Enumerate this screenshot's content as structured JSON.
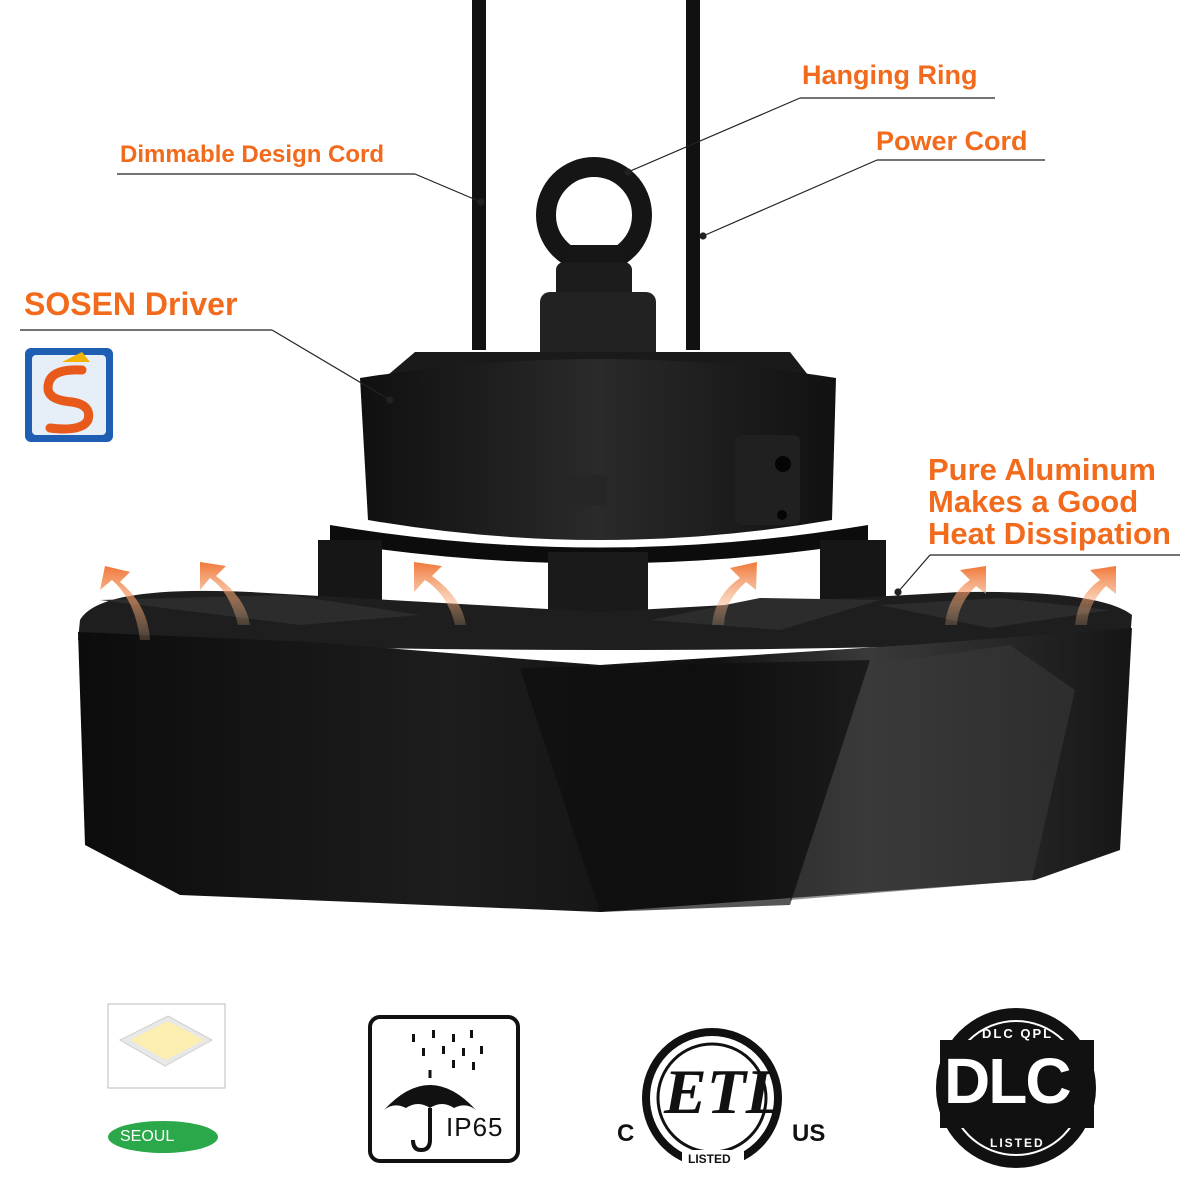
{
  "callouts": {
    "hanging_ring": "Hanging Ring",
    "power_cord": "Power Cord",
    "dimmable_cord": "Dimmable Design Cord",
    "driver": "SOSEN Driver",
    "heat_line1": "Pure Aluminum",
    "heat_line2": "Makes a Good",
    "heat_line3": "Heat Dissipation"
  },
  "badges": {
    "seoul": "SEOUL",
    "ip_rating": "IP65",
    "etl_c": "C",
    "etl_mark": "ETL",
    "etl_us": "US",
    "etl_listed": "LISTED",
    "dlc_qpl": "DLC QPL",
    "dlc_mark": "DLC",
    "dlc_listed": "LISTED"
  },
  "colors": {
    "accent": "#f26a1b",
    "fixture": "#1b1b1b",
    "arrow": "#f0883a"
  }
}
